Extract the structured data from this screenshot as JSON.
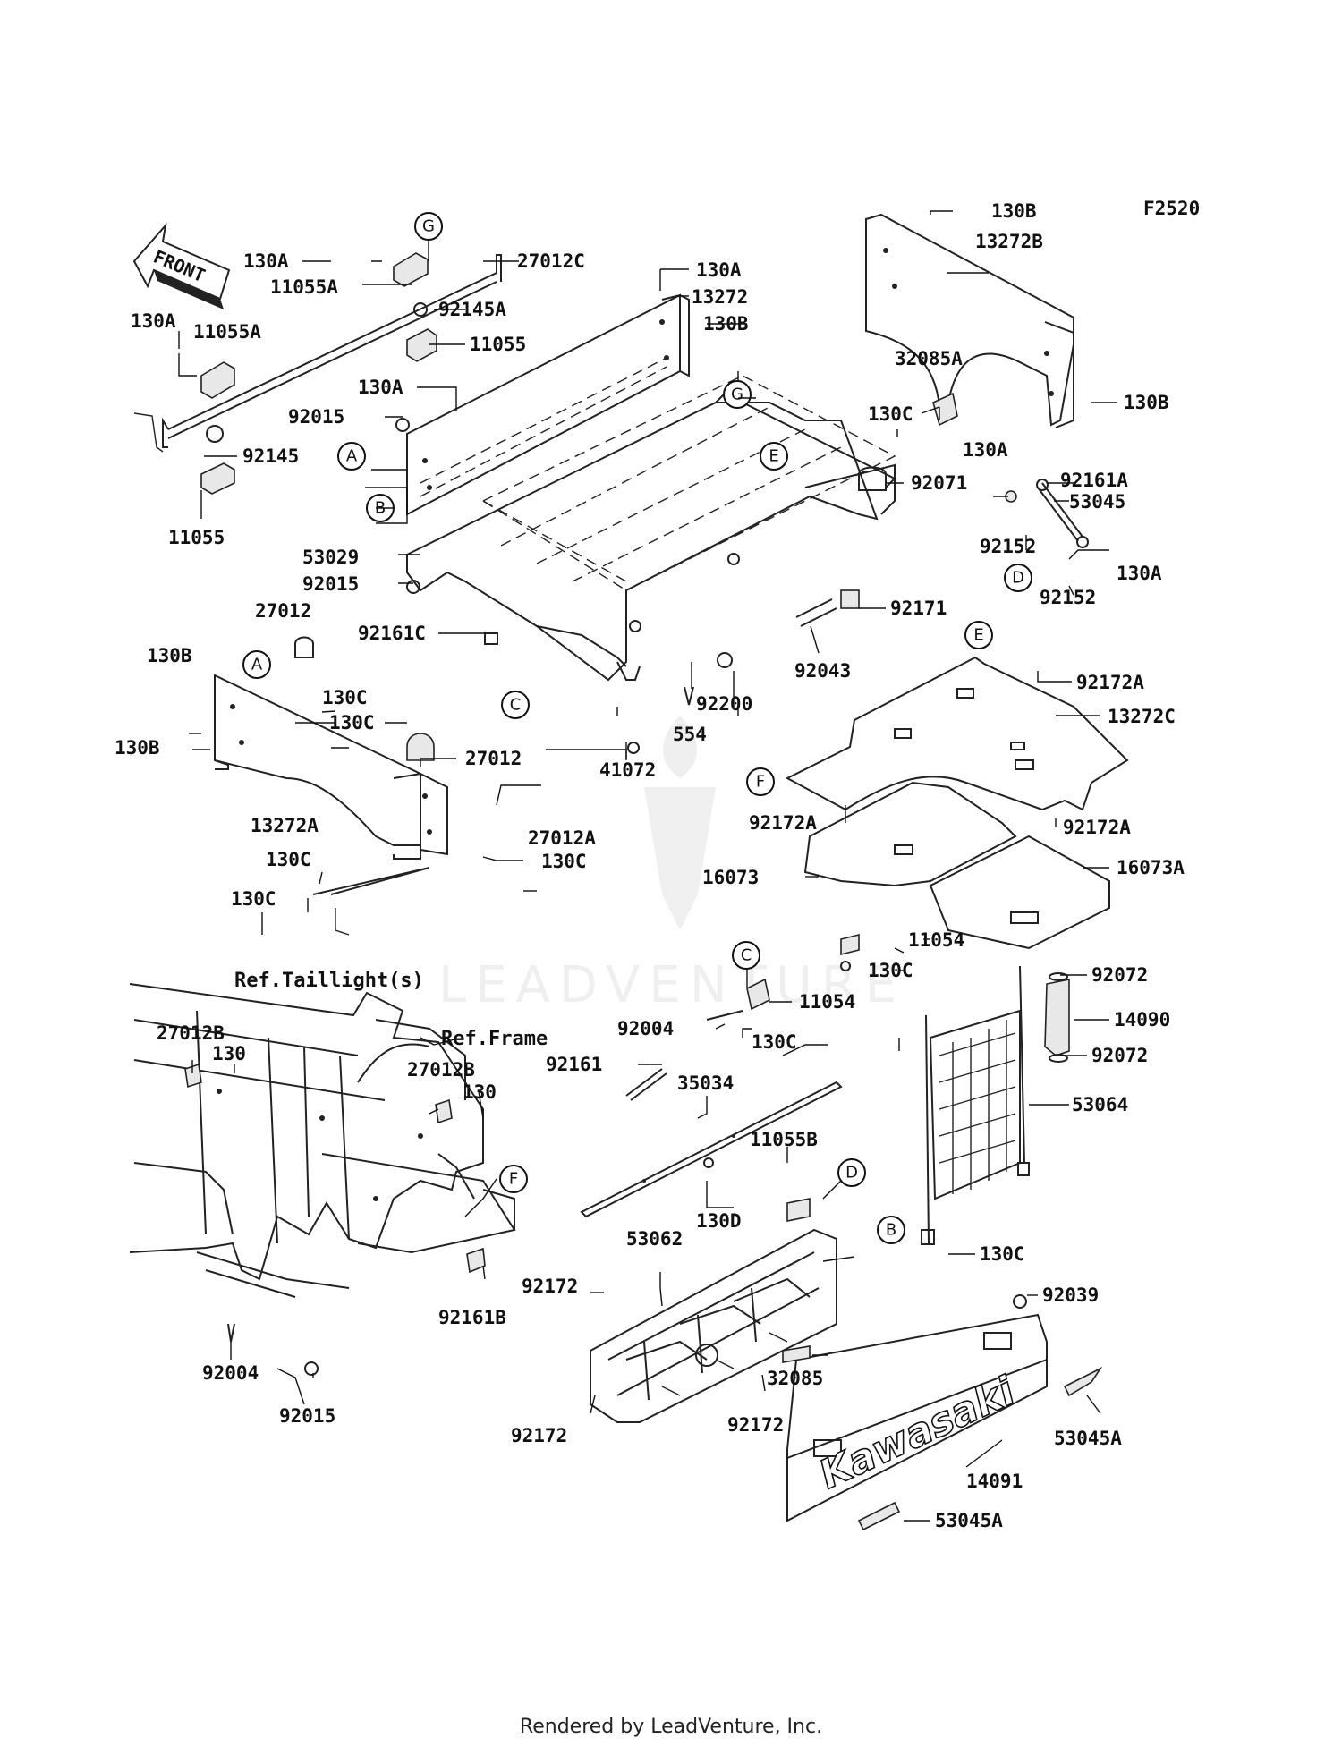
{
  "figure_code": "F2520",
  "front_label": "FRONT",
  "watermark": "LEADVENTURE",
  "footer": "Rendered by LeadVenture, Inc.",
  "references": {
    "taillights": "Ref.Taillight(s)",
    "frame": "Ref.Frame"
  },
  "brand_decal": "Kawasaki",
  "callouts": [
    "A",
    "B",
    "C",
    "D",
    "E",
    "F",
    "G"
  ],
  "part_labels": {
    "p130A_1": "130A",
    "p11055A_1": "11055A",
    "p27012C": "27012C",
    "p92145A": "92145A",
    "p11055_1": "11055",
    "p130A_2": "130A",
    "p11055A_2": "11055A",
    "p92145": "92145",
    "p11055_2": "11055",
    "p130A_3": "130A",
    "p13272": "13272",
    "p130B_1": "130B",
    "p130A_4": "130A",
    "p92015_1": "92015",
    "p53029": "53029",
    "p92015_2": "92015",
    "p92161C": "92161C",
    "p27012_1": "27012",
    "p130B_2": "130B",
    "p130C_1": "130C",
    "p130C_2": "130C",
    "p130B_3": "130B",
    "p27012_2": "27012",
    "p13272A": "13272A",
    "p27012A": "27012A",
    "p130C_3": "130C",
    "p130C_4": "130C",
    "p130C_5": "130C",
    "p41072": "41072",
    "p554": "554",
    "p92200": "92200",
    "p130B_4": "130B",
    "p13272B": "13272B",
    "p32085A": "32085A",
    "p130C_6": "130C",
    "p130B_5": "130B",
    "p130A_5": "130A",
    "p92161A": "92161A",
    "p53045": "53045",
    "p92071": "92071",
    "p92152_1": "92152",
    "p130A_6": "130A",
    "p92152_2": "92152",
    "p92171": "92171",
    "p92043": "92043",
    "p92172A_1": "92172A",
    "p13272C": "13272C",
    "p92172A_2": "92172A",
    "p92172A_3": "92172A",
    "p16073": "16073",
    "p16073A": "16073A",
    "p11054_1": "11054",
    "p130C_7": "130C",
    "p11054_2": "11054",
    "p92004_1": "92004",
    "p130C_8": "130C",
    "p92161": "92161",
    "p35034": "35034",
    "p11055B": "11055B",
    "p130D": "130D",
    "p53062": "53062",
    "p92172_1": "92172",
    "p32085": "32085",
    "p92172_2": "92172",
    "p92172_3": "92172",
    "p92072_1": "92072",
    "p14090": "14090",
    "p92072_2": "92072",
    "p53064": "53064",
    "p130C_9": "130C",
    "p92039": "92039",
    "p53045A_1": "53045A",
    "p14091": "14091",
    "p53045A_2": "53045A",
    "p27012B_1": "27012B",
    "p130_1": "130",
    "p27012B_2": "27012B",
    "p130_2": "130",
    "p92161B": "92161B",
    "p92004_2": "92004",
    "p92015_3": "92015"
  }
}
